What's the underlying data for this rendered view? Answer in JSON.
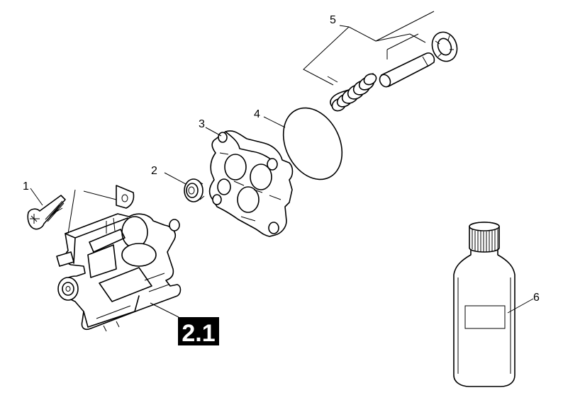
{
  "diagram": {
    "callouts": [
      "1",
      "2",
      "3",
      "4",
      "5",
      "6"
    ],
    "assembly_label": "2.1"
  }
}
